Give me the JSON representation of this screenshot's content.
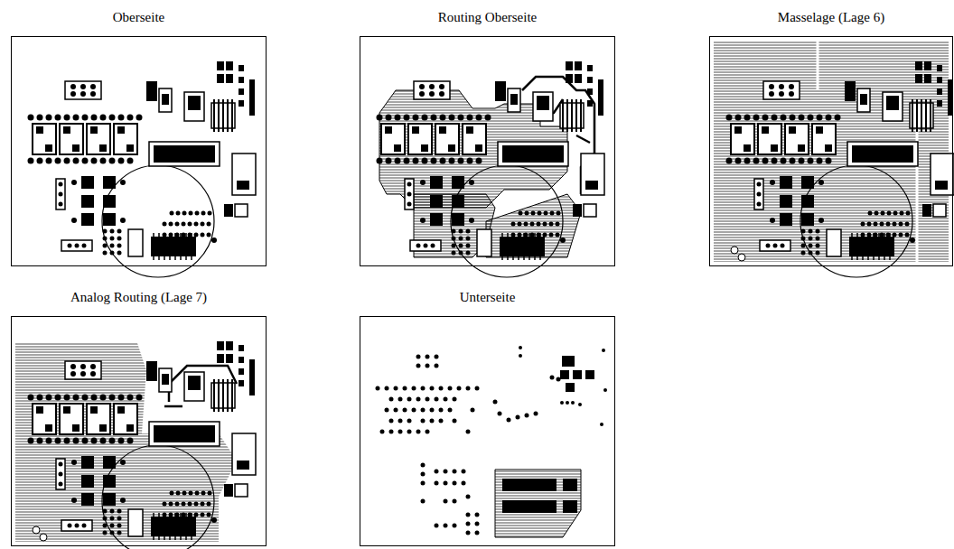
{
  "diagram": {
    "nodes": [
      {
        "text": [
          "Oberseite"
        ]
      },
      {
        "text": [
          "Routing Oberseite"
        ]
      },
      {
        "text": [
          "Masselage (Lage 6)"
        ]
      },
      {
        "text": [
          "Analog Routing (Lage 7)"
        ]
      },
      {
        "text": [
          "Unterseite"
        ]
      }
    ]
  }
}
